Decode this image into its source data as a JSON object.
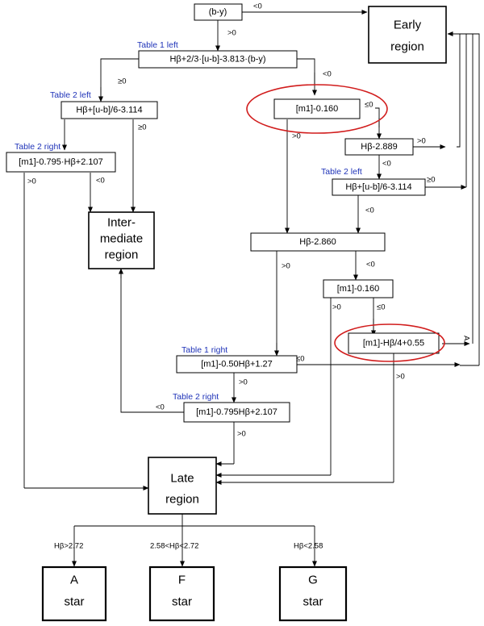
{
  "diagram": {
    "boxes": {
      "b_y": "(b-y)",
      "early_line1": "Early",
      "early_line2": "region",
      "hb_comb": "Hβ+2/3·[u-b]-3.813·(b-y)",
      "m1_0160_top": "[m1]-0.160",
      "hb_ub_left": "Hβ+[u-b]/6-3.114",
      "hb_2889": "Hβ-2.889",
      "m1_hb_left": "[m1]-0.795·Hβ+2.107",
      "hb_ub_right": "Hβ+[u-b]/6-3.114",
      "inter_line1": "Inter-",
      "inter_line2": "mediate",
      "inter_line3": "region",
      "hb_2860": "Hβ-2.860",
      "m1_0160_mid": "[m1]-0.160",
      "m1_hb4": "[m1]-Hβ/4+0.55",
      "m1_050hb": "[m1]-0.50Hβ+1.27",
      "m1_0795hb": "[m1]-0.795Hβ+2.107",
      "late_line1": "Late",
      "late_line2": "region",
      "a_letter": "A",
      "a_star": "star",
      "f_letter": "F",
      "f_star": "star",
      "g_letter": "G",
      "g_star": "star"
    },
    "table_labels": {
      "t1_left": "Table 1 left",
      "t2_left_a": "Table 2 left",
      "t2_right_a": "Table 2 right",
      "t2_left_b": "Table 2 left",
      "t1_right": "Table 1 right",
      "t2_right_b": "Table 2 right"
    },
    "edge_labels": {
      "by_lt0": "<0",
      "by_gt0": ">0",
      "comb_ge0": "≥0",
      "comb_lt0": "<0",
      "t2l_ge0": "≥0",
      "m1top_le0": "≤0",
      "m1top_gt0": ">0",
      "hb2889_gt0": ">0",
      "hb2889_lt0": "<0",
      "m1hbL_gt0": ">0",
      "m1hbL_lt0": "<0",
      "hbubR_ge0": "≥0",
      "hbubR_lt0": "<0",
      "hb2860_gt0": ">0",
      "hb2860_lt0": "<0",
      "m1mid_gt0": ">0",
      "m1mid_le0": "≤0",
      "m1hb4_gt0": ">0",
      "m1hb4_rot": "A",
      "m1050_le0": "≤0",
      "m1050_gt0": ">0",
      "m10795_lt0": "<0",
      "m10795_gt0": ">0",
      "a_cond": "Hβ>2.72",
      "f_cond": "2.58<Hβ<2.72",
      "g_cond": "Hβ<2.58"
    }
  },
  "colors": {
    "table_label": "#1f33b8",
    "highlight": "#d11c1c"
  }
}
